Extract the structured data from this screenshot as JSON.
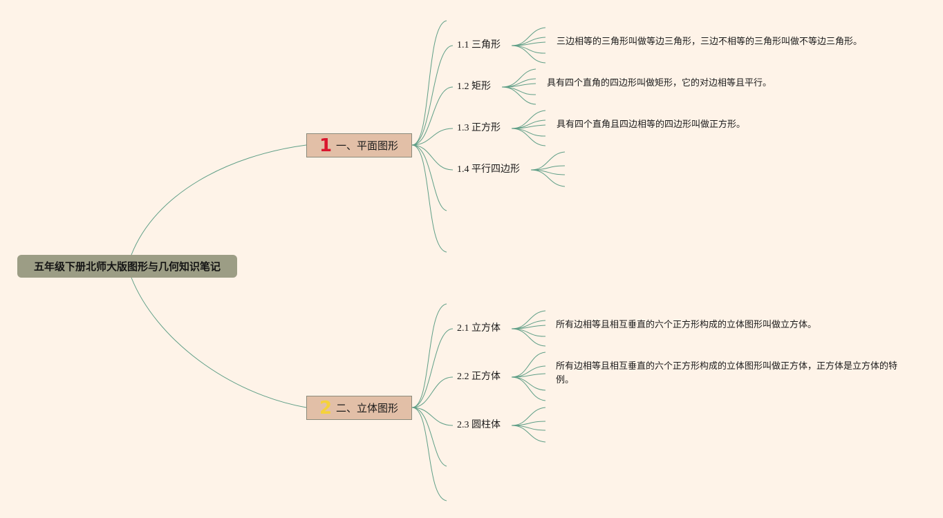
{
  "root": {
    "title": "五年级下册北师大版图形与几何知识笔记"
  },
  "colors": {
    "background": "#fef3e8",
    "connector": "#5e9e86",
    "root_fill": "#9c9d85",
    "section_fill": "#e2bfa7",
    "marker_1": "#d9162e",
    "marker_2": "#f5d23a"
  },
  "sections": [
    {
      "marker": "1",
      "label": "一、平面图形",
      "topics": [
        {
          "label": "1.1 三角形",
          "note": "三边相等的三角形叫做等边三角形，三边不相等的三角形叫做不等边三角形。"
        },
        {
          "label": "1.2 矩形",
          "note": "具有四个直角的四边形叫做矩形，它的对边相等且平行。"
        },
        {
          "label": "1.3 正方形",
          "note": "具有四个直角且四边相等的四边形叫做正方形。"
        },
        {
          "label": "1.4 平行四边形",
          "note": ""
        }
      ]
    },
    {
      "marker": "2",
      "label": "二、立体图形",
      "topics": [
        {
          "label": "2.1 立方体",
          "note": "所有边相等且相互垂直的六个正方形构成的立体图形叫做立方体。"
        },
        {
          "label": "2.2 正方体",
          "note": "所有边相等且相互垂直的六个正方形构成的立体图形叫做正方体，正方体是立方体的特例。"
        },
        {
          "label": "2.3 圆柱体",
          "note": ""
        }
      ]
    }
  ]
}
